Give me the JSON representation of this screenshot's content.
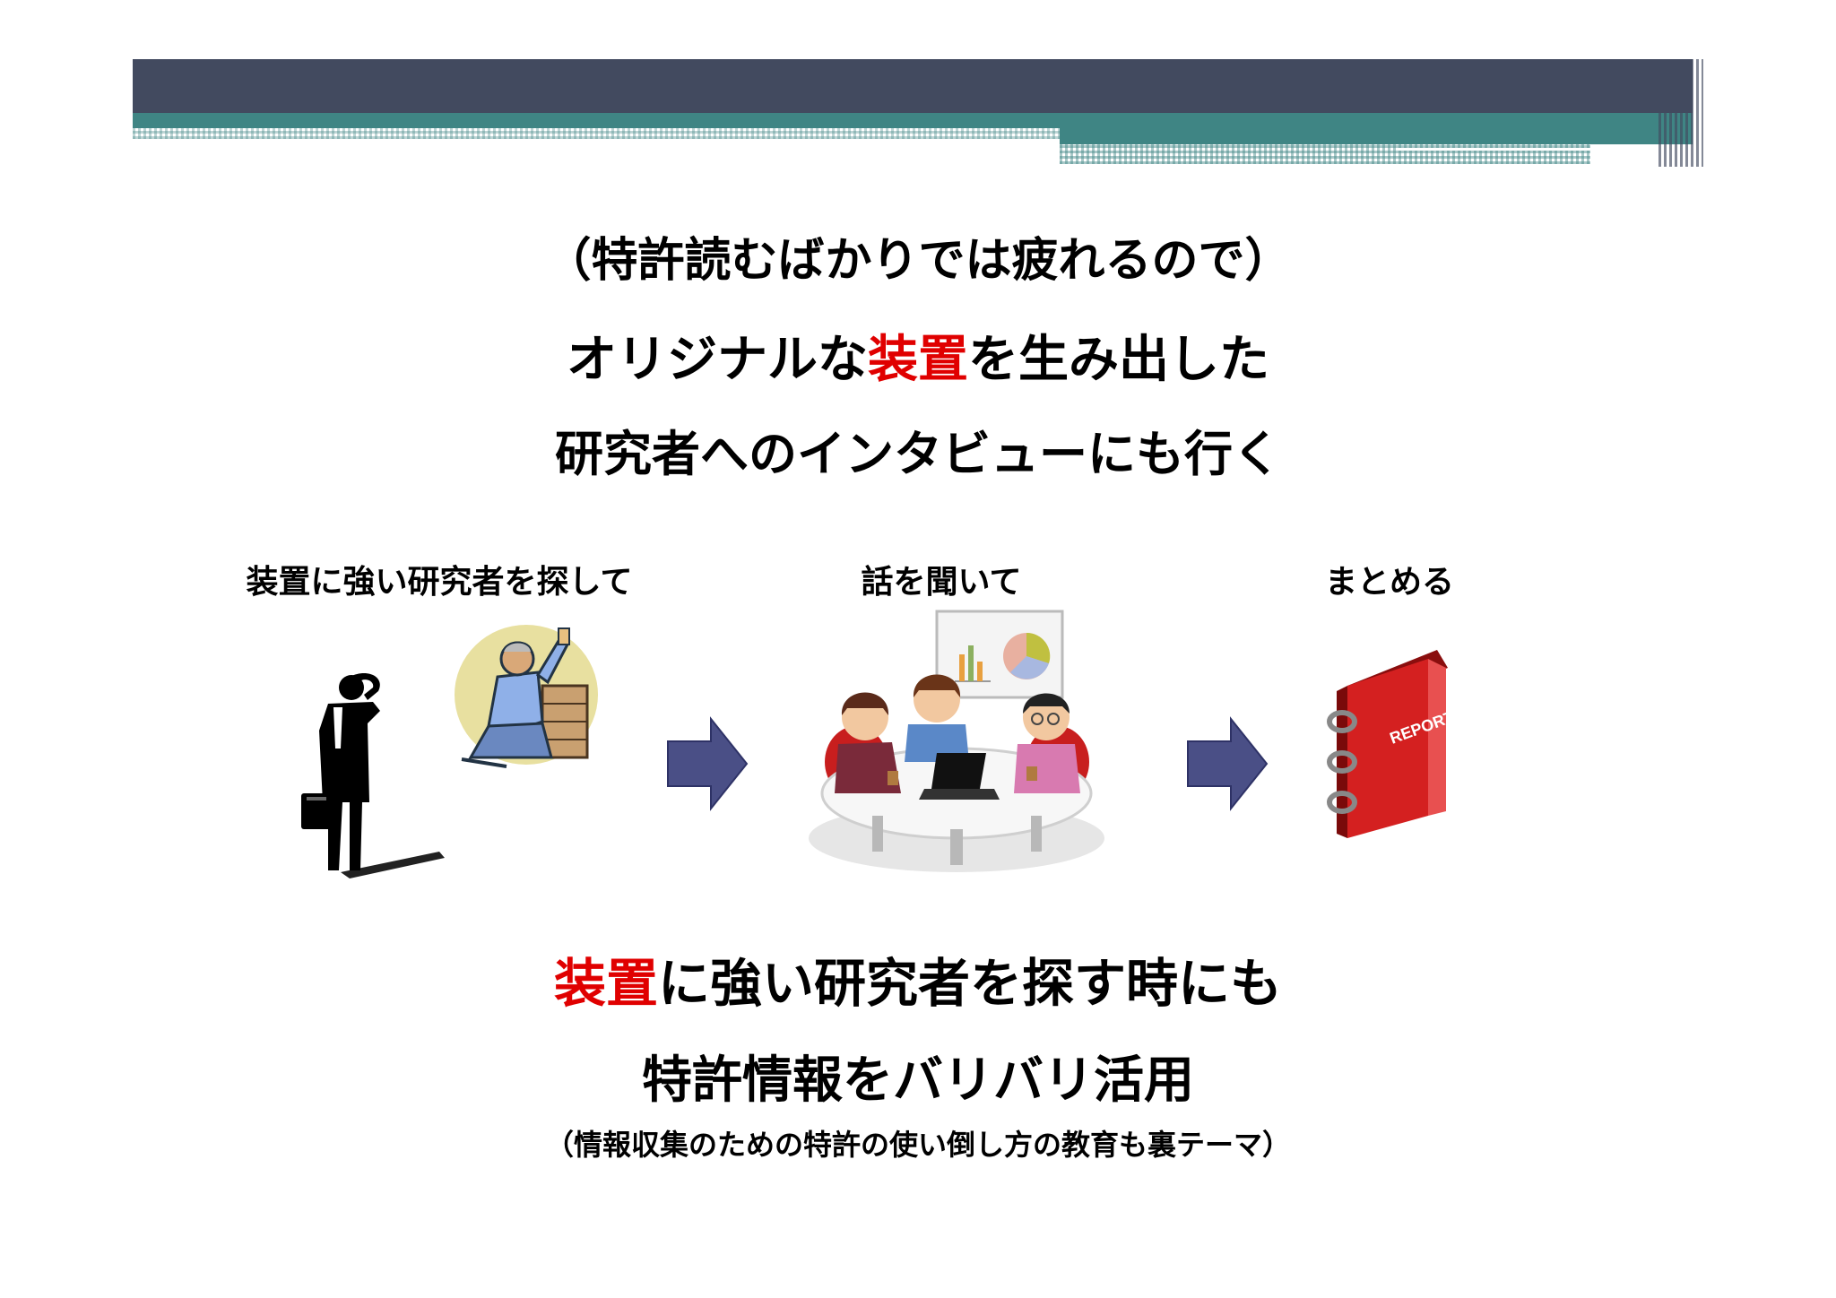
{
  "header": {
    "colors": {
      "dark": "#424a5f",
      "teal": "#3f8584"
    }
  },
  "headline": {
    "line1": "（特許読むばかりでは疲れるので）",
    "line2_before": "オリジナルな",
    "line2_highlight": "装置",
    "line2_after": "を生み出した",
    "line3": "研究者へのインタビューにも行く"
  },
  "steps": [
    {
      "label": "装置に強い研究者を探して",
      "icon": "searching-businessman-and-researcher-icon"
    },
    {
      "label": "話を聞いて",
      "icon": "meeting-discussion-icon"
    },
    {
      "label": "まとめる",
      "icon": "report-binder-icon"
    }
  ],
  "arrow_icon": "right-arrow-icon",
  "report_book": {
    "cover_text": "REPORT",
    "color": "#d42020"
  },
  "bottom": {
    "line1_highlight": "装置",
    "line1_after": "に強い研究者を探す時にも",
    "line2": "特許情報をバリバリ活用",
    "note": "（情報収集のための特許の使い倒し方の教育も裏テーマ）"
  },
  "accent_red": "#e00000"
}
